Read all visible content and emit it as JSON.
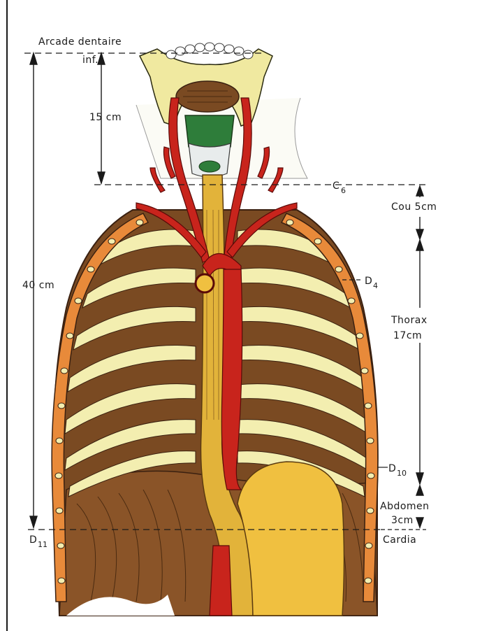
{
  "labels": {
    "arcade_line1": "Arcade dentaire",
    "arcade_line2": "inf.",
    "length_15": "15 cm",
    "c6_letter": "C",
    "c6_sub": "6",
    "cou": "Cou 5cm",
    "d4_letter": "D",
    "d4_sub": "4",
    "total_40": "40 cm",
    "thorax_line1": "Thorax",
    "thorax_line2": "17cm",
    "d10_letter": "D",
    "d10_sub": "10",
    "abdomen_line1": "Abdomen",
    "abdomen_line2": "3cm",
    "d11_letter": "D",
    "d11_sub": "11",
    "cardia": "Cardia"
  },
  "colors": {
    "muscle": "#7a4a22",
    "muscle_dark": "#5a3414",
    "rib_light": "#f3eeb0",
    "cartilage": "#e88a3a",
    "artery": "#c8241c",
    "esophagus": "#e2b33a",
    "stomach": "#f0c040",
    "bone": "#f0e9a0",
    "larynx": "#2e7d3a"
  }
}
